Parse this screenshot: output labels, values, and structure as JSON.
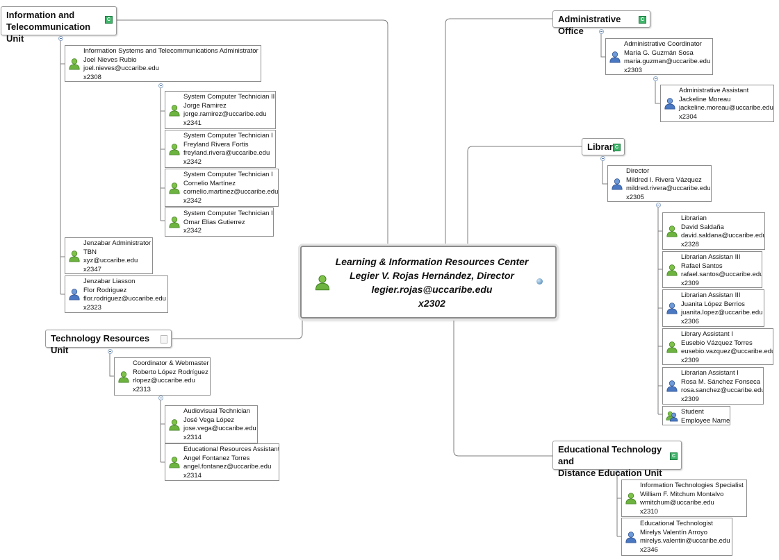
{
  "center": {
    "line1": "Learning & Information Resources Center",
    "line2": "Legier V. Rojas Hernández, Director",
    "line3": "legier.rojas@uccaribe.edu",
    "line4": "x2302"
  },
  "topics": {
    "info_tele": {
      "line1": "Information and",
      "line2": "Telecommunication Unit"
    },
    "admin_office": {
      "label": "Administrative Office"
    },
    "library": {
      "label": "Library"
    },
    "tech_resources": {
      "label": "Technology Resources Unit"
    },
    "edu_tech": {
      "line1": "Educational Technology and",
      "line2": "Distance Education Unit"
    }
  },
  "cards": {
    "ist_admin": [
      "Information Systems and Telecommunications Administrator",
      "Joel Nieves Rubio",
      "joel.nieves@uccaribe.edu",
      "x2308"
    ],
    "tech2": [
      "System Computer Technician II",
      "Jorge Ramirez",
      "jorge.ramirez@uccaribe.edu",
      "x2341"
    ],
    "tech1a": [
      "System Computer Technician I",
      "Freyland Rivera Fortis",
      "freyland.rivera@uccaribe.edu",
      "x2342"
    ],
    "tech1b": [
      "System Computer Technician I",
      "Cornelio Martínez",
      "cornelio.martinez@uccaribe.edu",
      "x2342"
    ],
    "tech1c": [
      "System Computer Technician I",
      "Omar Elias Gutierrez",
      "x2342"
    ],
    "jenz_admin": [
      "Jenzabar Administrator",
      "TBN",
      "xyz@uccaribe.edu",
      "x2347"
    ],
    "jenz_liaison": [
      "Jenzabar Liasson",
      "Flor Rodriguez",
      "flor.rodriguez@uccaribe.edu",
      "x2323"
    ],
    "coord_web": [
      "Coordinator & Webmaster",
      "Roberto López Rodríguez",
      "rlopez@uccaribe.edu",
      "x2313"
    ],
    "av_tech": [
      "Audiovisual Technician",
      "José Vega López",
      "jose.vega@uccaribe.edu",
      "x2314"
    ],
    "edu_res_asst": [
      "Educational Resources Assistant",
      "Angel Fontanez Torres",
      "angel.fontanez@uccaribe.edu",
      "x2314"
    ],
    "admin_coord": [
      "Administrative Coordinator",
      "María G. Guzmán Sosa",
      "maria.guzman@uccaribe.edu",
      "x2303"
    ],
    "admin_asst": [
      "Administrative Assistant",
      "Jackeline Moreau",
      "jackeline.moreau@uccaribe.edu",
      "x2304"
    ],
    "lib_director": [
      "Director",
      "Mildred I. Rivera Vázquez",
      "mildred.rivera@uccaribe.edu",
      "x2305"
    ],
    "librarian": [
      "Librarian",
      "David Saldaña",
      "david.saldana@uccaribe.edu",
      "x2328"
    ],
    "lib_asst3a": [
      "Librarian Assistan III",
      "Rafael Santos",
      "rafael.santos@uccaribe.edu",
      "x2309"
    ],
    "lib_asst3b": [
      "Librarian Assistan III",
      "Juanita López Berrios",
      "juanita.lopez@uccaribe.edu",
      "x2306"
    ],
    "lib_asst1a": [
      "Library Assistant I",
      "Eusebio Vázquez Torres",
      "eusebio.vazquez@uccaribe.edu",
      "x2309"
    ],
    "lib_asst1b": [
      "Librarian Assistant I",
      "Rosa M. Sánchez Fonseca",
      "rosa.sanchez@uccaribe.edu",
      "x2309"
    ],
    "student": [
      "Student",
      "Employee Name"
    ],
    "it_spec": [
      "Information Technologies Specialist",
      "William F. Mitchum Montalvo",
      "wmitchum@uccaribe.edu",
      "x2310"
    ],
    "edu_technologist": [
      "Educational Technologist",
      "Mirelys Valentín Arroyo",
      "mirelys.valentin@uccaribe.edu",
      "x2346"
    ]
  },
  "icons": {
    "male": "person-male-icon",
    "female": "person-female-icon",
    "group": "person-group-icon",
    "category_badge": "C"
  },
  "colors": {
    "male_person": "#6cb33f",
    "female_person": "#4a78c2",
    "badge": "#3fb46a",
    "connector": "#7d7d7d"
  }
}
